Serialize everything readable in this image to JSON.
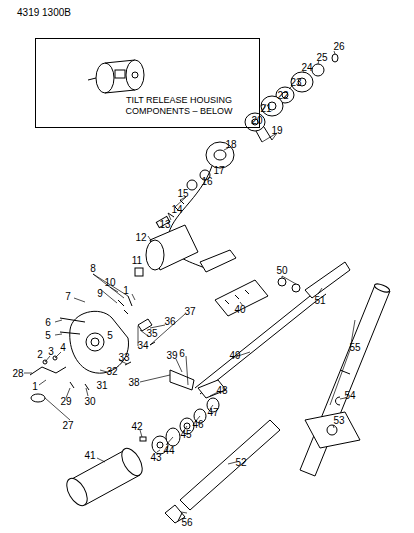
{
  "diagram": {
    "nodes": [
      {
        "text": [
          "TILT RELEASE HOUSING COMPONENTS – BELOW"
        ]
      }
    ],
    "labels": [
      "4319 1300B",
      "26",
      "25",
      "24",
      "23",
      "22",
      "21",
      "20",
      "19",
      "18",
      "17",
      "16",
      "15",
      "14",
      "13",
      "12",
      "11",
      "10",
      "9",
      "8",
      "1",
      "7",
      "6",
      "5",
      "37",
      "36",
      "35",
      "34",
      "33",
      "32",
      "31",
      "5",
      "4",
      "3",
      "2",
      "28",
      "29",
      "30",
      "27",
      "1",
      "40",
      "50",
      "51",
      "49",
      "39",
      "6",
      "38",
      "48",
      "47",
      "46",
      "45",
      "44",
      "43",
      "42",
      "41",
      "52",
      "53",
      "54",
      "55",
      "56"
    ]
  }
}
